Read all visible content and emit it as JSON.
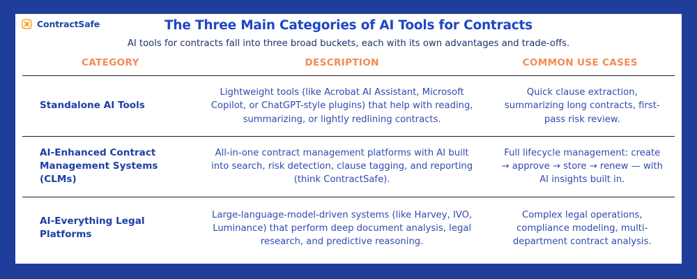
{
  "brand": {
    "name": "ContractSafe",
    "logo_icon": "contractsafe-infinity-icon",
    "logo_color": "#f5a623",
    "text_color": "#1f47a8"
  },
  "header": {
    "title": "The Three Main Categories of AI Tools for Contracts",
    "subtitle": "AI tools for contracts fall into three broad buckets, each with its own advantages and trade-offs."
  },
  "table": {
    "columns": [
      {
        "label": "CATEGORY"
      },
      {
        "label": "DESCRIPTION"
      },
      {
        "label": "COMMON USE CASES"
      }
    ],
    "rows": [
      {
        "category": "Standalone AI Tools",
        "description": "Lightweight tools (like Acrobat AI Assistant, Microsoft Copilot, or ChatGPT-style plugins) that help with reading, summarizing, or lightly redlining contracts.",
        "use_cases": "Quick clause extraction, summarizing long contracts, first-pass risk review."
      },
      {
        "category": "AI-Enhanced Contract Management Systems (CLMs)",
        "description": "All-in-one contract management platforms with AI built into search, risk detection, clause tagging, and reporting (think ContractSafe).",
        "use_cases": "Full lifecycle management: create → approve → store → renew — with AI insights built in."
      },
      {
        "category": "AI-Everything Legal Platforms",
        "description": "Large-language-model-driven systems (like Harvey, IVO, Luminance) that perform deep document analysis, legal research, and predictive reasoning.",
        "use_cases": "Complex legal operations, compliance modeling, multi-department contract analysis."
      }
    ]
  },
  "colors": {
    "frame": "#1f3d9b",
    "card": "#ffffff",
    "title": "#1f47c4",
    "subtitle": "#20306e",
    "header_accent": "#f58a52",
    "body_text": "#2f4bb0",
    "category_text": "#1d3fa6",
    "divider": "#1d1d1d"
  }
}
